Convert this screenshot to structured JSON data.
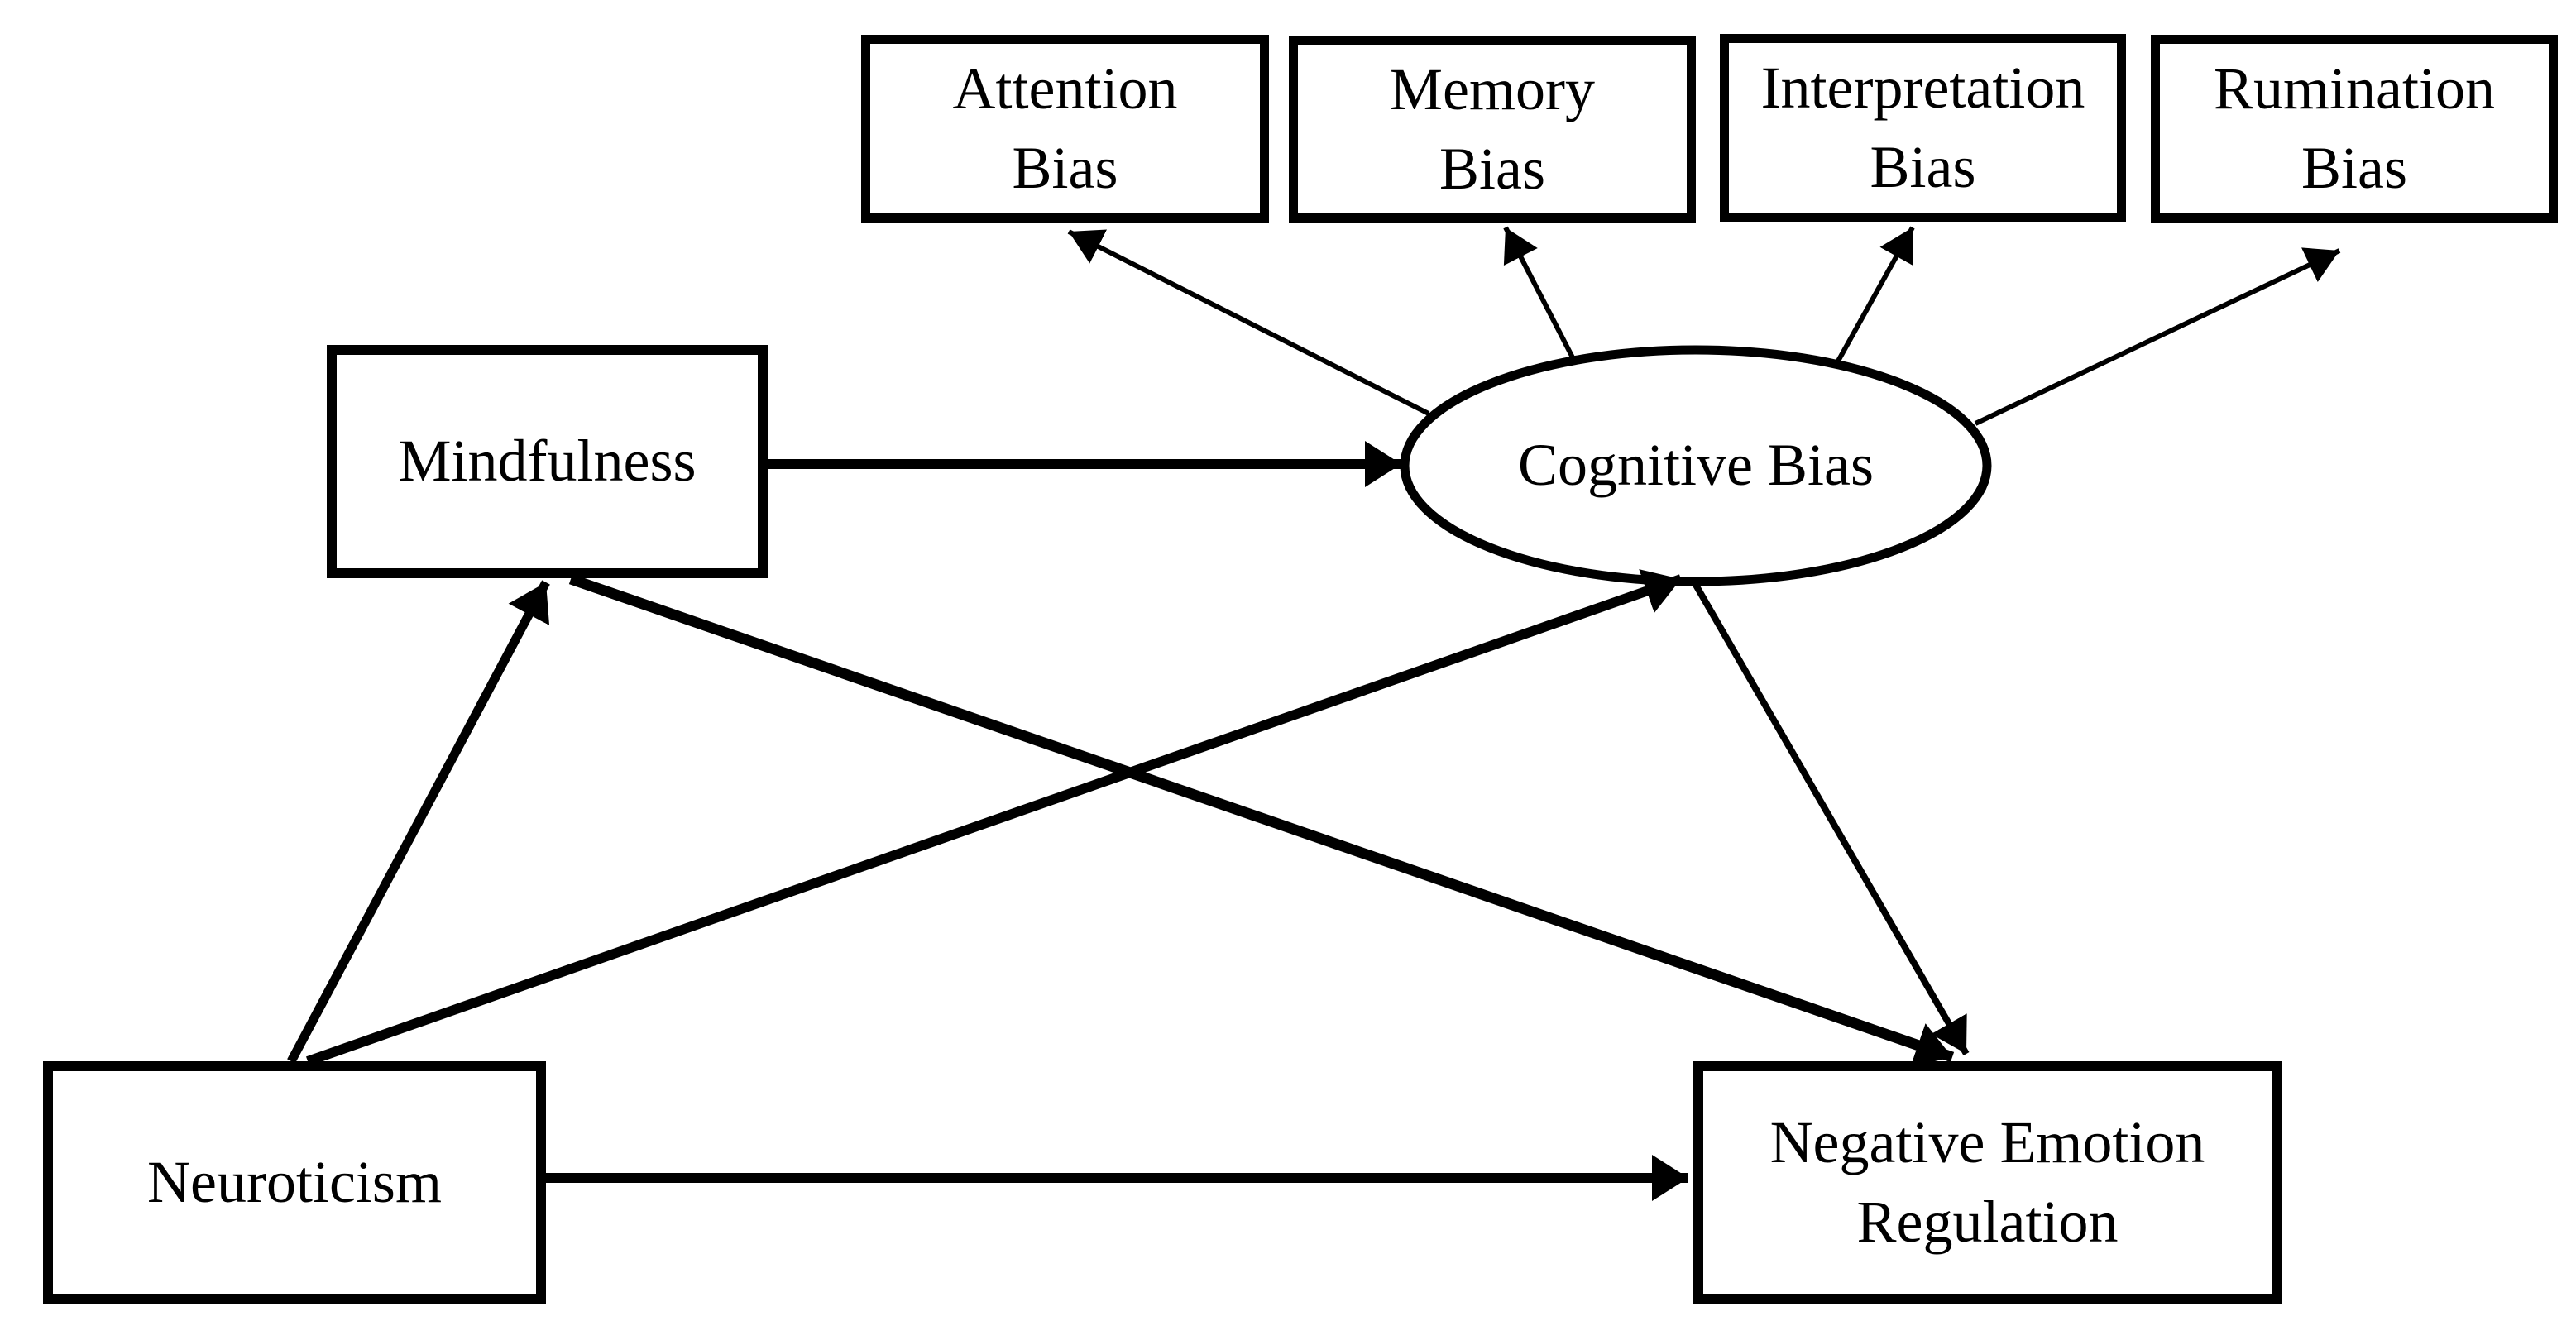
{
  "diagram": {
    "type": "path-model",
    "background_color": "#ffffff",
    "ink_color": "#000000",
    "nodes": {
      "attention_bias": {
        "label": "Attention\nBias",
        "shape": "rectangle",
        "role": "indicator"
      },
      "memory_bias": {
        "label": "Memory\nBias",
        "shape": "rectangle",
        "role": "indicator"
      },
      "interpretation_bias": {
        "label": "Interpretation\nBias",
        "shape": "rectangle",
        "role": "indicator"
      },
      "rumination_bias": {
        "label": "Rumination\nBias",
        "shape": "rectangle",
        "role": "indicator"
      },
      "mindfulness": {
        "label": "Mindfulness",
        "shape": "rectangle",
        "role": "observed-variable"
      },
      "cognitive_bias": {
        "label": "Cognitive Bias",
        "shape": "ellipse",
        "role": "latent-variable"
      },
      "neuroticism": {
        "label": "Neuroticism",
        "shape": "rectangle",
        "role": "observed-variable"
      },
      "negative_emotion_regulation": {
        "label": "Negative Emotion\nRegulation",
        "shape": "rectangle",
        "role": "observed-variable"
      }
    },
    "edges": [
      {
        "from": "cognitive_bias",
        "to": "attention_bias",
        "style": "thin-arrow"
      },
      {
        "from": "cognitive_bias",
        "to": "memory_bias",
        "style": "thin-arrow"
      },
      {
        "from": "cognitive_bias",
        "to": "interpretation_bias",
        "style": "thin-arrow"
      },
      {
        "from": "cognitive_bias",
        "to": "rumination_bias",
        "style": "thin-arrow"
      },
      {
        "from": "mindfulness",
        "to": "cognitive_bias",
        "style": "thick-arrow"
      },
      {
        "from": "neuroticism",
        "to": "mindfulness",
        "style": "thick-arrow"
      },
      {
        "from": "neuroticism",
        "to": "cognitive_bias",
        "style": "thick-arrow"
      },
      {
        "from": "mindfulness",
        "to": "negative_emotion_regulation",
        "style": "thick-arrow"
      },
      {
        "from": "neuroticism",
        "to": "negative_emotion_regulation",
        "style": "thick-arrow"
      },
      {
        "from": "cognitive_bias",
        "to": "negative_emotion_regulation",
        "style": "medium-arrow"
      }
    ]
  }
}
